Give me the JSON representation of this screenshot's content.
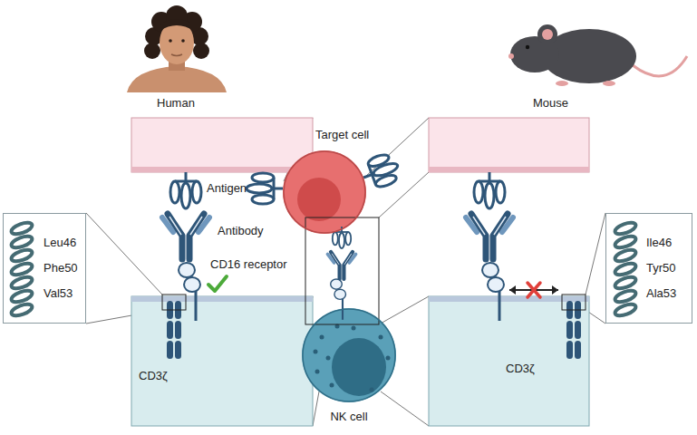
{
  "diagram": {
    "nodes": [
      {
        "text": [
          "Target cell"
        ]
      },
      {
        "text": [
          "Leu46",
          "Phe50",
          "Val53"
        ]
      },
      {
        "text": [
          "Ile46",
          "Tyr50",
          "Ala53"
        ]
      },
      {
        "text": [
          "CD3ζ"
        ]
      },
      {
        "text": [
          "CD3ζ"
        ]
      },
      {
        "text": [
          "NK cell"
        ]
      }
    ],
    "labels": [
      "Human",
      "Mouse",
      "Antigen",
      "Antibody",
      "CD16 receptor"
    ]
  }
}
